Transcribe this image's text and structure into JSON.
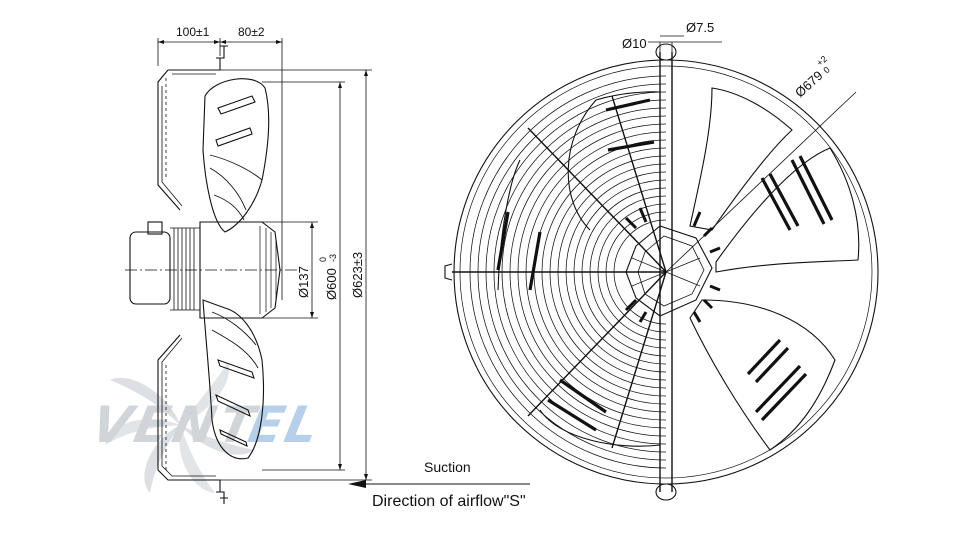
{
  "side_view": {
    "dim_depth": "100±1",
    "dim_depth2": "80±2",
    "dim_hub": "Ø137",
    "dim_inner": "Ø600",
    "dim_inner_tol_upper": "0",
    "dim_inner_tol_lower": "-3",
    "dim_outer": "Ø623±3"
  },
  "front_view": {
    "dim_hole_spacing": "Ø10",
    "dim_hole": "Ø7.5",
    "dim_ring": "Ø679",
    "dim_ring_tol_upper": "+2",
    "dim_ring_tol_lower": "0"
  },
  "airflow": {
    "suction_label": "Suction",
    "direction_label": "Direction of airflow\"S\""
  },
  "watermark": {
    "text_dark": "VENT",
    "text_light": "EL"
  },
  "colors": {
    "line": "#111111",
    "watermark_gray": "#c9ced3",
    "watermark_blue": "#aac8e6"
  }
}
